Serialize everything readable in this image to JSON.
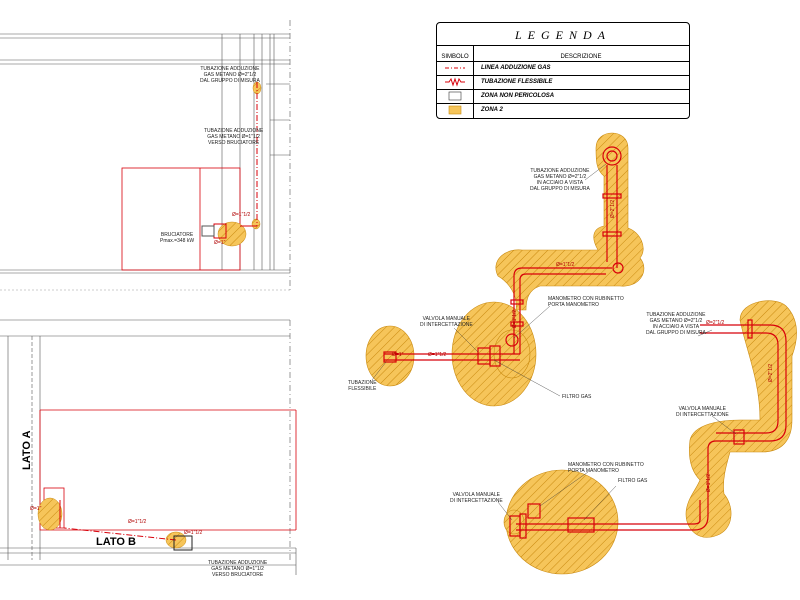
{
  "legend": {
    "title": "LEGENDA",
    "col_symbol": "SIMBOLO",
    "col_description": "DESCRIZIONE",
    "rows": [
      {
        "symbol": "red-dashdot-line-icon",
        "text": "LINEA ADDUZIONE GAS"
      },
      {
        "symbol": "flex-hose-icon",
        "text": "TUBAZIONE FLESSIBILE"
      },
      {
        "symbol": "white-box-icon",
        "text": "ZONA NON PERICOLOSA"
      },
      {
        "symbol": "yellow-box-icon",
        "text": "ZONA 2"
      }
    ]
  },
  "left_view": {
    "pipe_from_meter": "TUBAZIONE ADDUZIONE\nGAS METANO Ø=2\"1/2\nDAL GRUPPO DI MISURA",
    "pipe_to_burner": "TUBAZIONE ADDUZIONE\nGAS METANO Ø=1\"1/2\nVERSO BRUCIATORE",
    "burner": "BRUCIATORE\nPmax.=348 kW",
    "dim_a": "Ø=1\"1/2",
    "dim_b": "Ø=1\""
  },
  "plan_view": {
    "side_a": "LATO A",
    "side_b": "LATO B",
    "dim_1": "Ø=1\"1/2",
    "dim_2": "Ø=1\"",
    "dim_3": "Ø=1\"1/2",
    "pipe_to_burner": "TUBAZIONE ADDUZIONE\nGAS METANO Ø=1\"1/2\nVERSO BRUCIATORE"
  },
  "detail_1": {
    "pipe_label": "TUBAZIONE ADDUZIONE\nGAS METANO Ø=2\"1/2\nIN ACCIAIO A VISTA\nDAL GRUPPO DI MISURA",
    "valve": "VALVOLA MANUALE\nDI INTERCETTAZIONE",
    "gauge": "MANOMETRO CON RUBINETTO\nPORTA MANOMETRO",
    "filter": "FILTRO GAS",
    "flex": "TUBAZIONE\nFLESSIBILE",
    "dim_v": "Ø=2\"1/2",
    "dim_h": "Ø=1\"1/2",
    "dim_in1": "Ø=1\"",
    "dim_in2": "Ø=1\"1/2",
    "dim_in3": "Ø=1\"1/2"
  },
  "detail_2": {
    "pipe_label": "TUBAZIONE ADDUZIONE\nGAS METANO Ø=2\"1/2\nIN ACCIAIO A VISTA\nDAL GRUPPO DI MISURA",
    "valve_right": "VALVOLA MANUALE\nDI INTERCETTAZIONE",
    "gauge": "MANOMETRO CON RUBINETTO\nPORTA MANOMETRO",
    "filter": "FILTRO GAS",
    "valve_left": "VALVOLA MANUALE\nDI INTERCETTAZIONE",
    "dim_top": "Ø=2\"1/2",
    "dim_v": "Ø=2\"1/2",
    "dim_v2": "Ø=1\"1/2"
  },
  "colors": {
    "pipe": "#d8000a",
    "zone2": "#f6c55a",
    "hatch": "#c98a10",
    "line": "#555555"
  }
}
